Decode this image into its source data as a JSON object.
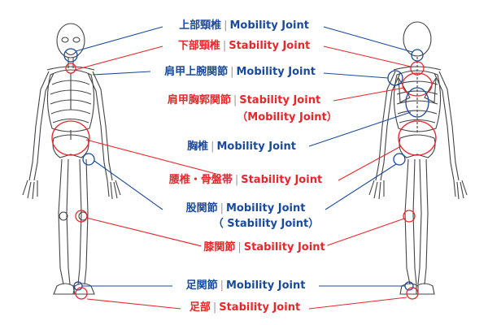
{
  "colors": {
    "mobility": "#1a4a9c",
    "stability": "#e8262c",
    "bone": "#444444"
  },
  "labels": {
    "upper_cervical": {
      "jp": "上部頸椎",
      "en": "Mobility Joint"
    },
    "lower_cervical": {
      "jp": "下部頸椎",
      "en": "Stability Joint"
    },
    "scapulohumeral": {
      "jp": "肩甲上腕関節",
      "en": "Mobility Joint"
    },
    "scapulothoracic": {
      "jp": "肩甲胸郭関節",
      "en": "Stability Joint",
      "en2": "（Mobility Joint）"
    },
    "thoracic": {
      "jp": "胸椎",
      "en": "Mobility Joint"
    },
    "lumbar_pelvic": {
      "jp": "腰椎・骨盤帯",
      "en": "Stability Joint"
    },
    "hip": {
      "jp": "股関節",
      "en": "Mobility Joint",
      "en2": "（ Stability  Joint）"
    },
    "knee": {
      "jp": "膝関節",
      "en": "Stability Joint"
    },
    "ankle": {
      "jp": "足関節",
      "en": "Mobility Joint"
    },
    "foot": {
      "jp": "足部",
      "en": "Stability Joint"
    }
  }
}
